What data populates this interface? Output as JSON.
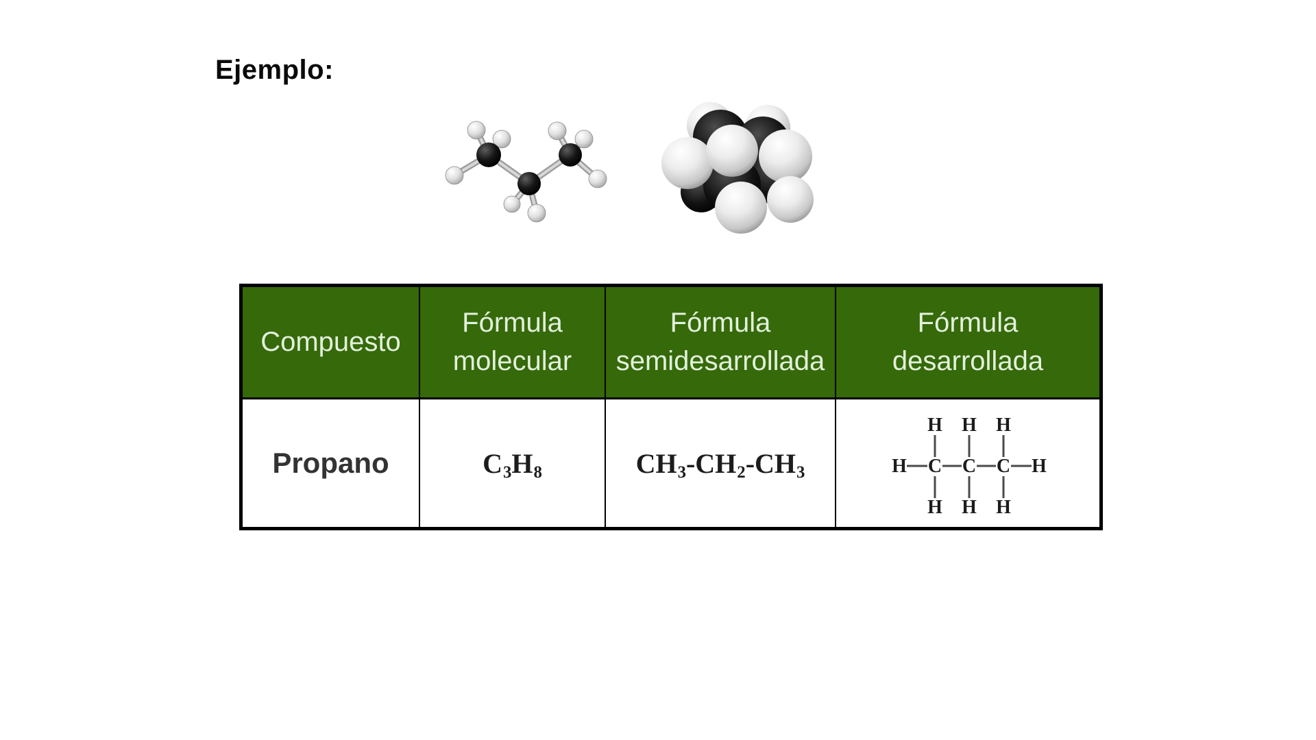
{
  "title": "Ejemplo:",
  "colors": {
    "page_bg": "#ffffff",
    "title_text": "#0a0a0a",
    "header_bg": "#35690a",
    "header_text": "#e3f1dc",
    "table_border": "#000000",
    "compound_text": "#333333",
    "formula_text": "#1c1c1c"
  },
  "figures": {
    "ball_and_stick": "ball-and-stick-model-propane",
    "space_filling": "space-filling-model-propane"
  },
  "table": {
    "headers": [
      [
        "Compuesto"
      ],
      [
        "Fórmula",
        "molecular"
      ],
      [
        "Fórmula",
        "semidesarrollada"
      ],
      [
        "Fórmula",
        "desarrollada"
      ]
    ],
    "row": {
      "compound": "Propano",
      "molecular_formula": {
        "el1": "C",
        "sub1": "3",
        "el2": "H",
        "sub2": "8"
      },
      "semi_developed_formula": {
        "g1": "CH",
        "s1": "3",
        "g2": "-CH",
        "s2": "2",
        "g3": "-CH",
        "s3": "3"
      },
      "developed_formula": {
        "c": "C",
        "h": "H"
      }
    }
  }
}
